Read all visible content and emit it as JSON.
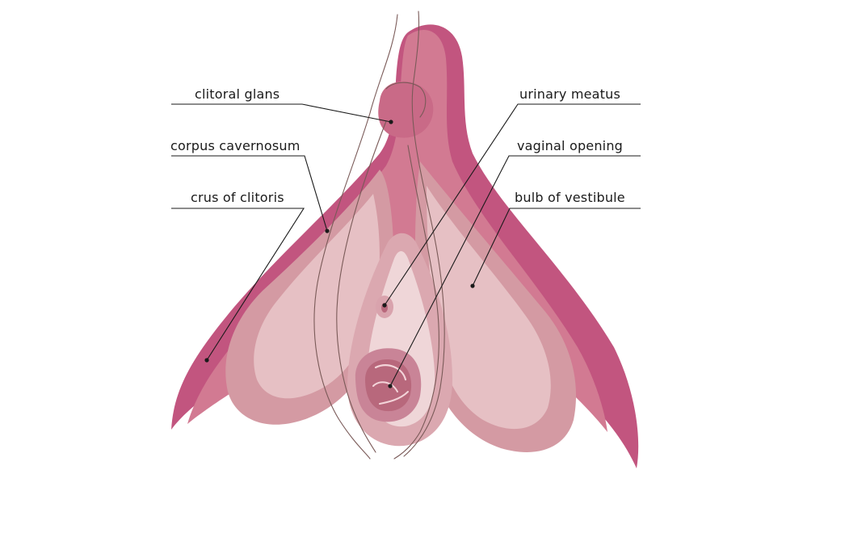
{
  "labels": {
    "clitoral_glans": "clitoral glans",
    "corpus_cavernosum": "corpus cavernosum",
    "crus_of_clitoris": "crus of clitoris",
    "urinary_meatus": "urinary meatus",
    "vaginal_opening": "vaginal opening",
    "bulb_of_vestibule": "bulb of vestibule"
  },
  "colors": {
    "background": "#ffffff",
    "crus_dark": "#c2557f",
    "crus_mid": "#d27a92",
    "bulb_outer": "#d49aa3",
    "bulb_inner": "#e6c0c4",
    "bulb_highlight": "#efd6d8",
    "opening": "#b8687c",
    "label_text": "#1a1a1a"
  }
}
